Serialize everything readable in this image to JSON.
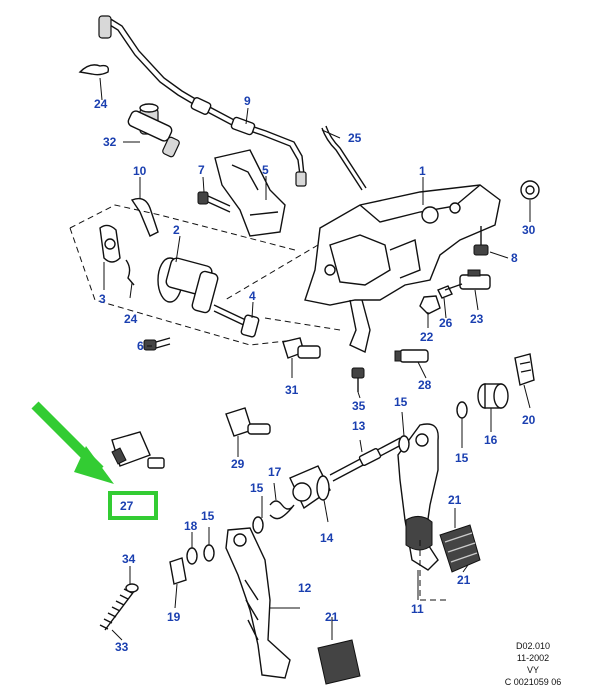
{
  "callouts": {
    "c1": "1",
    "c2": "2",
    "c3": "3",
    "c4": "4",
    "c5": "5",
    "c6": "6",
    "c7": "7",
    "c8": "8",
    "c9": "9",
    "c10": "10",
    "c11": "11",
    "c12": "12",
    "c13": "13",
    "c14": "14",
    "c15a": "15",
    "c15b": "15",
    "c15c": "15",
    "c15d": "15",
    "c16": "16",
    "c17": "17",
    "c18": "18",
    "c19": "19",
    "c20": "20",
    "c21a": "21",
    "c21b": "21",
    "c21c": "21",
    "c22": "22",
    "c23": "23",
    "c24a": "24",
    "c24b": "24",
    "c25": "25",
    "c26": "26",
    "c27": "27",
    "c28": "28",
    "c29": "29",
    "c30": "30",
    "c31": "31",
    "c32": "32",
    "c33": "33",
    "c34": "34",
    "c35": "35"
  },
  "reference": {
    "line1": "D02.010",
    "line2": "11-2002",
    "line3": "VY",
    "line4": "C 0021059 06"
  },
  "colors": {
    "callout": "#1a3fb0",
    "highlight": "#33cc33"
  }
}
